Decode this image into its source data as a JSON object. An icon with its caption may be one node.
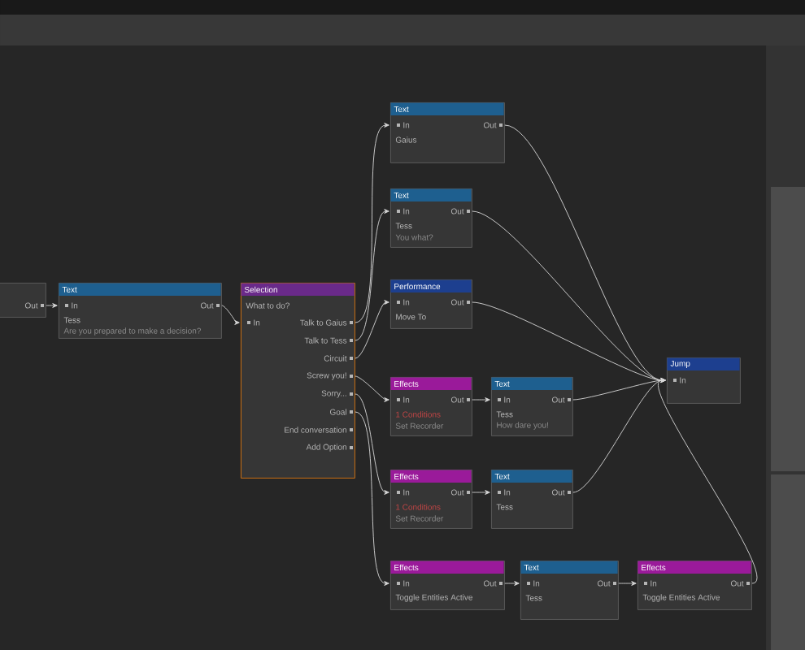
{
  "diagram": {
    "nodes": [
      {
        "text": [
          "Out"
        ]
      },
      {
        "text": [
          "Text",
          "In",
          "Out",
          "Tess",
          "Are you prepared to make a decision?"
        ]
      },
      {
        "text": [
          "Selection",
          "What to do?",
          "In",
          "Talk to Gaius",
          "Talk to Tess",
          "Circuit",
          "Screw you!",
          "Sorry...",
          "Goal",
          "End conversation",
          "Add Option"
        ]
      },
      {
        "text": [
          "Text",
          "In",
          "Out",
          "Gaius"
        ]
      },
      {
        "text": [
          "Text",
          "In",
          "Out",
          "Tess",
          "You what?"
        ]
      },
      {
        "text": [
          "Performance",
          "In",
          "Out",
          "Move To"
        ]
      },
      {
        "text": [
          "Effects",
          "In",
          "Out",
          "1 Conditions",
          "Set Recorder"
        ]
      },
      {
        "text": [
          "Text",
          "In",
          "Out",
          "Tess",
          "How dare you!"
        ]
      },
      {
        "text": [
          "Effects",
          "In",
          "Out",
          "1 Conditions",
          "Set Recorder"
        ]
      },
      {
        "text": [
          "Text",
          "In",
          "Out",
          "Tess"
        ]
      },
      {
        "text": [
          "Effects",
          "In",
          "Out",
          "Toggle Entities Active"
        ]
      },
      {
        "text": [
          "Text",
          "In",
          "Out",
          "Tess"
        ]
      },
      {
        "text": [
          "Effects",
          "In",
          "Out",
          "Toggle Entities Active"
        ]
      },
      {
        "text": [
          "Jump",
          "In"
        ]
      }
    ],
    "edges": [
      {
        "from": 0,
        "to": 1,
        "arrow": "to"
      },
      {
        "from": 1,
        "to": 2,
        "arrow": "to"
      },
      {
        "from": 2,
        "to": 3,
        "arrow": "to"
      },
      {
        "from": 2,
        "to": 4,
        "arrow": "to"
      },
      {
        "from": 2,
        "to": 5,
        "arrow": "to"
      },
      {
        "from": 2,
        "to": 6,
        "arrow": "to"
      },
      {
        "from": 2,
        "to": 8,
        "arrow": "to"
      },
      {
        "from": 2,
        "to": 10,
        "arrow": "to"
      },
      {
        "from": 6,
        "to": 7,
        "arrow": "to"
      },
      {
        "from": 8,
        "to": 9,
        "arrow": "to"
      },
      {
        "from": 10,
        "to": 11,
        "arrow": "to"
      },
      {
        "from": 11,
        "to": 12,
        "arrow": "to"
      },
      {
        "from": 3,
        "to": 13,
        "arrow": "to"
      },
      {
        "from": 4,
        "to": 13,
        "arrow": "to"
      },
      {
        "from": 5,
        "to": 13,
        "arrow": "to"
      },
      {
        "from": 7,
        "to": 13,
        "arrow": "to"
      },
      {
        "from": 9,
        "to": 13,
        "arrow": "to"
      },
      {
        "from": 12,
        "to": 13,
        "arrow": "to"
      }
    ]
  }
}
